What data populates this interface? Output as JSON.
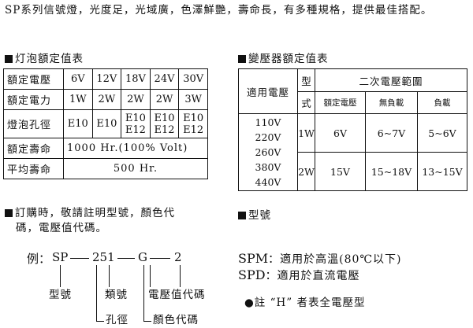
{
  "intro": "SP系列信號燈，光度足，光域廣，色澤鮮艷，壽命長，有多種規格，提供最佳搭配。",
  "bulb_section_title": "灯泡額定值表",
  "bulb_table": {
    "rows": [
      {
        "label": "額定電壓",
        "cells": [
          "6V",
          "12V",
          "18V",
          "24V",
          "30V"
        ]
      },
      {
        "label": "額定電力",
        "cells": [
          "1W",
          "2W",
          "2W",
          "2W",
          "3W"
        ]
      },
      {
        "label": "燈泡孔徑",
        "cells": [
          "E10",
          "E10",
          "E10\nE12",
          "E10\nE12",
          "E10\nE12"
        ]
      },
      {
        "label": "額定壽命",
        "span": "1000 Hr.(100% Volt)"
      },
      {
        "label": "平均壽命",
        "span": "500 Hr."
      }
    ]
  },
  "transformer_section_title": "變壓器額定值表",
  "transformer_table": {
    "applicable_voltage_header": "適用電壓",
    "type_header_top": "型",
    "type_header_bottom": "式",
    "secondary_header": "二次電壓範圍",
    "rated_header": "額定電壓",
    "no_load_header": "無負載",
    "load_header": "負載",
    "voltages": [
      "110V",
      "220V",
      "260V",
      "380V",
      "440V"
    ],
    "rows": [
      {
        "type": "1W",
        "rated": "6V",
        "no_load": "6~7V",
        "load": "5~6V"
      },
      {
        "type": "2W",
        "rated": "15V",
        "no_load": "15~18V",
        "load": "13~15V"
      }
    ]
  },
  "order_notice": {
    "line1": "訂購時，敬請註明型號，顏色代",
    "line2": "碼，電壓值代碼。"
  },
  "example": {
    "label": "例：",
    "parts": [
      "SP",
      "251",
      "G",
      "2"
    ],
    "legend": {
      "model": "型號",
      "category": "類號",
      "voltage_code": "電壓值代碼",
      "aperture": "孔徑",
      "color_code": "顏色代碼"
    }
  },
  "model_section_title": "型號",
  "models": [
    {
      "code": "SPM",
      "desc": "：適用於高溫(80℃以下)"
    },
    {
      "code": "SPD",
      "desc": "：適用於直流電壓"
    }
  ],
  "note": "●註 “H” 者表全電壓型"
}
